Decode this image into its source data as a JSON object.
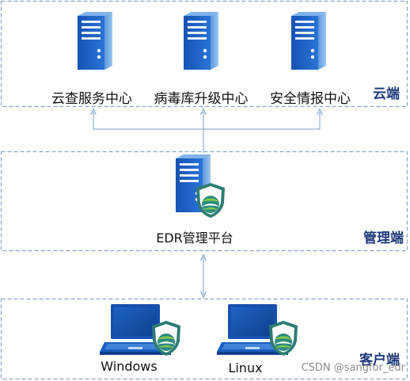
{
  "tiers": {
    "cloud": {
      "label": "云端",
      "servers": [
        {
          "label": "云查服务中心"
        },
        {
          "label": "病毒库升级中心"
        },
        {
          "label": "安全情报中心"
        }
      ]
    },
    "management": {
      "label": "管理端",
      "platform_label": "EDR管理平台"
    },
    "client": {
      "label": "客户端",
      "devices": [
        {
          "label": "Windows"
        },
        {
          "label": "Linux"
        }
      ]
    }
  },
  "watermark": "CSDN @sangfor_edr",
  "colors": {
    "tier_border": "#8aa4c8",
    "tier_label": "#1f3a7a",
    "connector": "#8fb0d8",
    "server_face": "#1a5fbf",
    "server_side": "#66a3e6",
    "shield": "#2c7c74",
    "shield_accent": "#86c84a"
  }
}
